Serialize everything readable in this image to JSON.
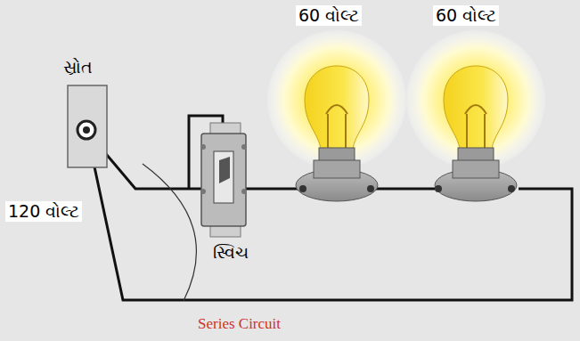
{
  "diagram": {
    "caption": "Series Circuit",
    "labels": [
      "સ્રોત",
      "120 વોલ્ટ",
      "સ્વિચ",
      "60 વોલ્ટ",
      "60 વોલ્ટ"
    ]
  }
}
